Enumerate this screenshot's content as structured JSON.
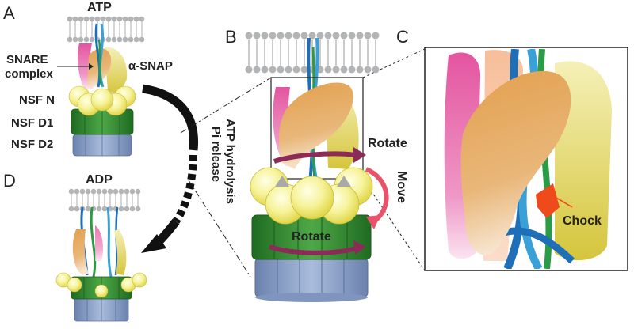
{
  "panels": {
    "a": "A",
    "b": "B",
    "c": "C",
    "d": "D"
  },
  "labels": {
    "atp": "ATP",
    "adp": "ADP",
    "snare_line1": "SNARE",
    "snare_line2": "complex",
    "alpha_snap": "α-SNAP",
    "nsf_n": "NSF N",
    "nsf_d1": "NSF D1",
    "nsf_d2": "NSF D2",
    "hydrolysis_line1": "ATP hydrolysis",
    "hydrolysis_line2": "Pi release",
    "rotate_top": "Rotate",
    "rotate_bottom": "Rotate",
    "move": "Move",
    "chock": "Chock"
  },
  "colors": {
    "membrane": "#a9aaac",
    "nsf_n_domain": "#f4ef8a",
    "nsf_d1_domain": "#3f8f35",
    "nsf_d2_domain": "#8da3c9",
    "alpha_snap": "#e2a860",
    "alpha_snap_side": "#d9c94a",
    "snare_blue": "#1f6fb8",
    "snare_green": "#2b9b45",
    "snare_pink": "#e55da6",
    "rotate_arrow": "#8c2a58",
    "move_arrow": "#e8536b",
    "chock": "#ee4a1b",
    "main_arrow": "#111111"
  }
}
